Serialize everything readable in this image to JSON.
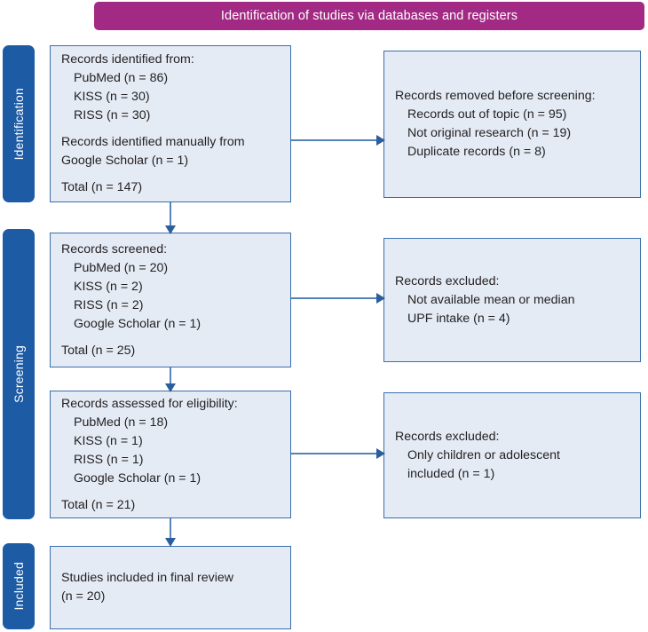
{
  "banner": {
    "title": "Identification of studies via databases and registers",
    "color": "#a32a84"
  },
  "stages": [
    {
      "id": "identification",
      "label": "Identification"
    },
    {
      "id": "screening",
      "label": "Screening"
    },
    {
      "id": "included",
      "label": "Included"
    }
  ],
  "theme": {
    "box_fill": "#e4ebf5",
    "box_border": "#3b6fac",
    "stage_fill": "#1d5ba4",
    "arrow_color": "#3b6fac",
    "text_color": "#231f20"
  },
  "boxes": {
    "identified": {
      "lines": [
        {
          "text": "Records identified from:",
          "indent": false
        },
        {
          "text": "PubMed (n = 86)",
          "indent": true
        },
        {
          "text": "KISS (n = 30)",
          "indent": true
        },
        {
          "text": "RISS (n = 30)",
          "indent": true
        },
        {
          "text": "Records identified manually from",
          "indent": false,
          "gap": true
        },
        {
          "text": "Google Scholar (n = 1)",
          "indent": false
        },
        {
          "text": "Total (n = 147)",
          "indent": false,
          "gap": true
        }
      ]
    },
    "removed": {
      "lines": [
        {
          "text": "Records removed before screening:",
          "indent": false
        },
        {
          "text": "Records out of topic (n = 95)",
          "indent": true
        },
        {
          "text": "Not original research (n = 19)",
          "indent": true
        },
        {
          "text": "Duplicate records (n = 8)",
          "indent": true
        }
      ]
    },
    "screened": {
      "lines": [
        {
          "text": "Records screened:",
          "indent": false
        },
        {
          "text": "PubMed (n = 20)",
          "indent": true
        },
        {
          "text": "KISS (n = 2)",
          "indent": true
        },
        {
          "text": "RISS (n = 2)",
          "indent": true
        },
        {
          "text": "Google Scholar (n = 1)",
          "indent": true
        },
        {
          "text": "Total (n = 25)",
          "indent": false,
          "gap": true
        }
      ]
    },
    "excluded_screening": {
      "lines": [
        {
          "text": "Records excluded:",
          "indent": false
        },
        {
          "text": "Not available mean or median",
          "indent": true
        },
        {
          "text": "UPF intake (n = 4)",
          "indent": true
        }
      ]
    },
    "eligibility": {
      "lines": [
        {
          "text": "Records assessed for eligibility:",
          "indent": false
        },
        {
          "text": "PubMed (n = 18)",
          "indent": true
        },
        {
          "text": "KISS (n = 1)",
          "indent": true
        },
        {
          "text": "RISS (n = 1)",
          "indent": true
        },
        {
          "text": "Google Scholar (n = 1)",
          "indent": true
        },
        {
          "text": "Total (n = 21)",
          "indent": false,
          "gap": true
        }
      ]
    },
    "excluded_eligibility": {
      "lines": [
        {
          "text": "Records excluded:",
          "indent": false
        },
        {
          "text": "Only children or adolescent",
          "indent": true
        },
        {
          "text": "included (n = 1)",
          "indent": true
        }
      ]
    },
    "included": {
      "lines": [
        {
          "text": "Studies included in final review",
          "indent": false
        },
        {
          "text": "(n = 20)",
          "indent": false
        }
      ]
    }
  },
  "connectors": [
    {
      "name": "identified-to-removed",
      "direction": "right"
    },
    {
      "name": "identified-to-screened",
      "direction": "down"
    },
    {
      "name": "screened-to-excluded",
      "direction": "right"
    },
    {
      "name": "screened-to-eligibility",
      "direction": "down"
    },
    {
      "name": "eligibility-to-excluded",
      "direction": "right"
    },
    {
      "name": "eligibility-to-included",
      "direction": "down"
    }
  ]
}
